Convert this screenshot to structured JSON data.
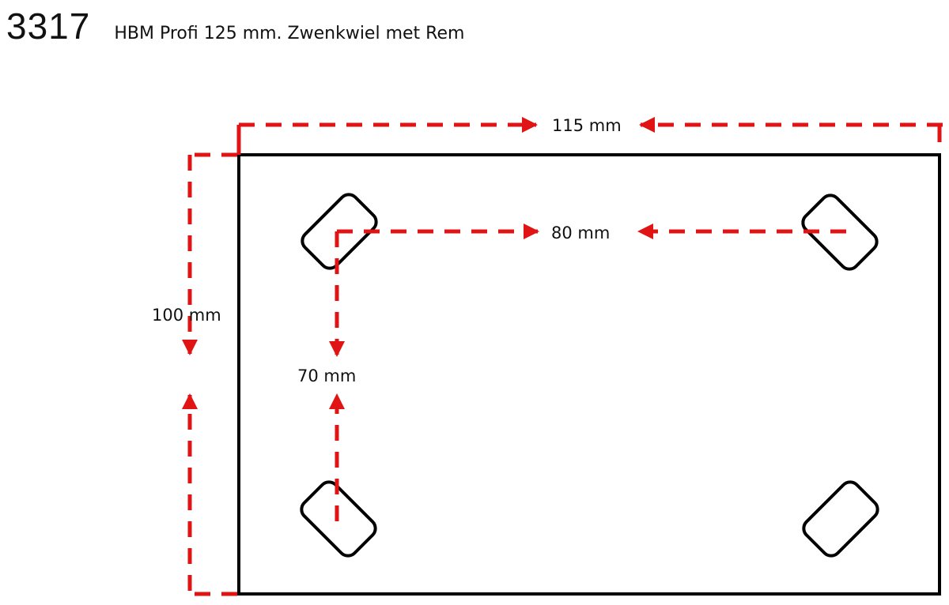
{
  "header": {
    "code": "3317",
    "title": "HBM Profi 125 mm. Zwenkwiel met Rem"
  },
  "diagram": {
    "plate": {
      "width_mm": 115,
      "height_mm": 100
    },
    "hole_spacing": {
      "horizontal_mm": 80,
      "vertical_mm": 70
    },
    "labels": {
      "plate_width": "115 mm",
      "plate_height": "100 mm",
      "hole_horizontal": "80 mm",
      "hole_vertical": "70 mm"
    },
    "colors": {
      "dimension_line": "#e01414",
      "outline": "#000000"
    },
    "slot_count": 4
  }
}
